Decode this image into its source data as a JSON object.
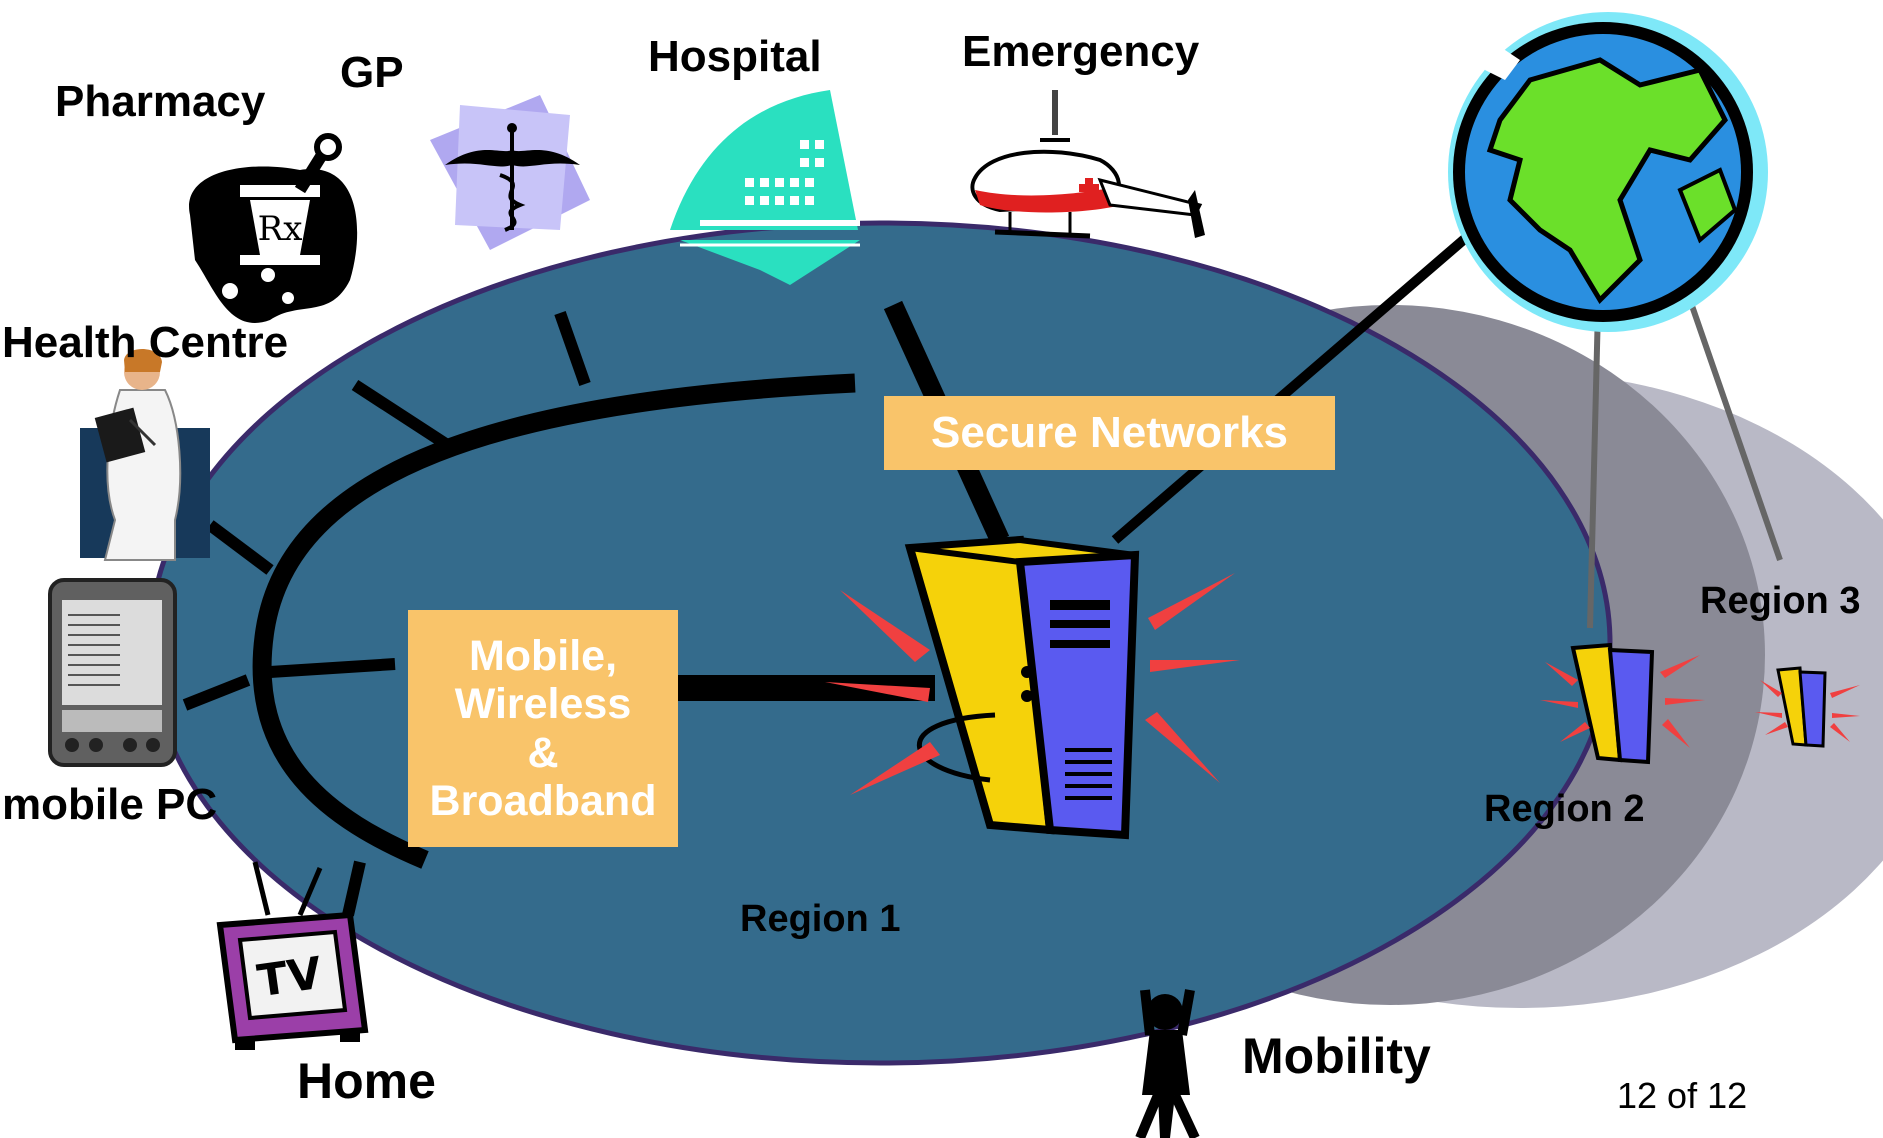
{
  "labels": {
    "pharmacy": "Pharmacy",
    "gp": "GP",
    "hospital": "Hospital",
    "emergency": "Emergency",
    "health_centre": "Health Centre",
    "mobile_pc": "mobile PC",
    "home": "Home",
    "mobility": "Mobility",
    "region1": "Region 1",
    "region2": "Region 2",
    "region3": "Region 3"
  },
  "callouts": {
    "secure_networks": "Secure Networks",
    "mobile_line1": "Mobile,",
    "mobile_line2": "Wireless",
    "mobile_line3": "&",
    "mobile_line4": "Broadband"
  },
  "tv_text": "TV",
  "rx_text": "Rx",
  "page_number": "12 of 12",
  "colors": {
    "region1_fill": "#346b8c",
    "region1_border": "#3a2a6a",
    "region2_fill": "#8a8a96",
    "region3_fill": "#b9b9c6",
    "callout_fill": "#f9c46a",
    "server_yellow": "#f5d20a",
    "server_blue": "#5a5af0",
    "burst_red": "#f04040",
    "globe_ocean": "#2a8fe0",
    "globe_land": "#6be02a",
    "hospital_teal": "#2ae0c0",
    "helicopter_red": "#e02020"
  },
  "icons": [
    "pharmacy-mortar-icon",
    "caduceus-icon",
    "hospital-building-icon",
    "helicopter-icon",
    "globe-icon",
    "doctor-icon",
    "pda-icon",
    "tv-icon",
    "person-silhouette-icon",
    "server-icon"
  ]
}
